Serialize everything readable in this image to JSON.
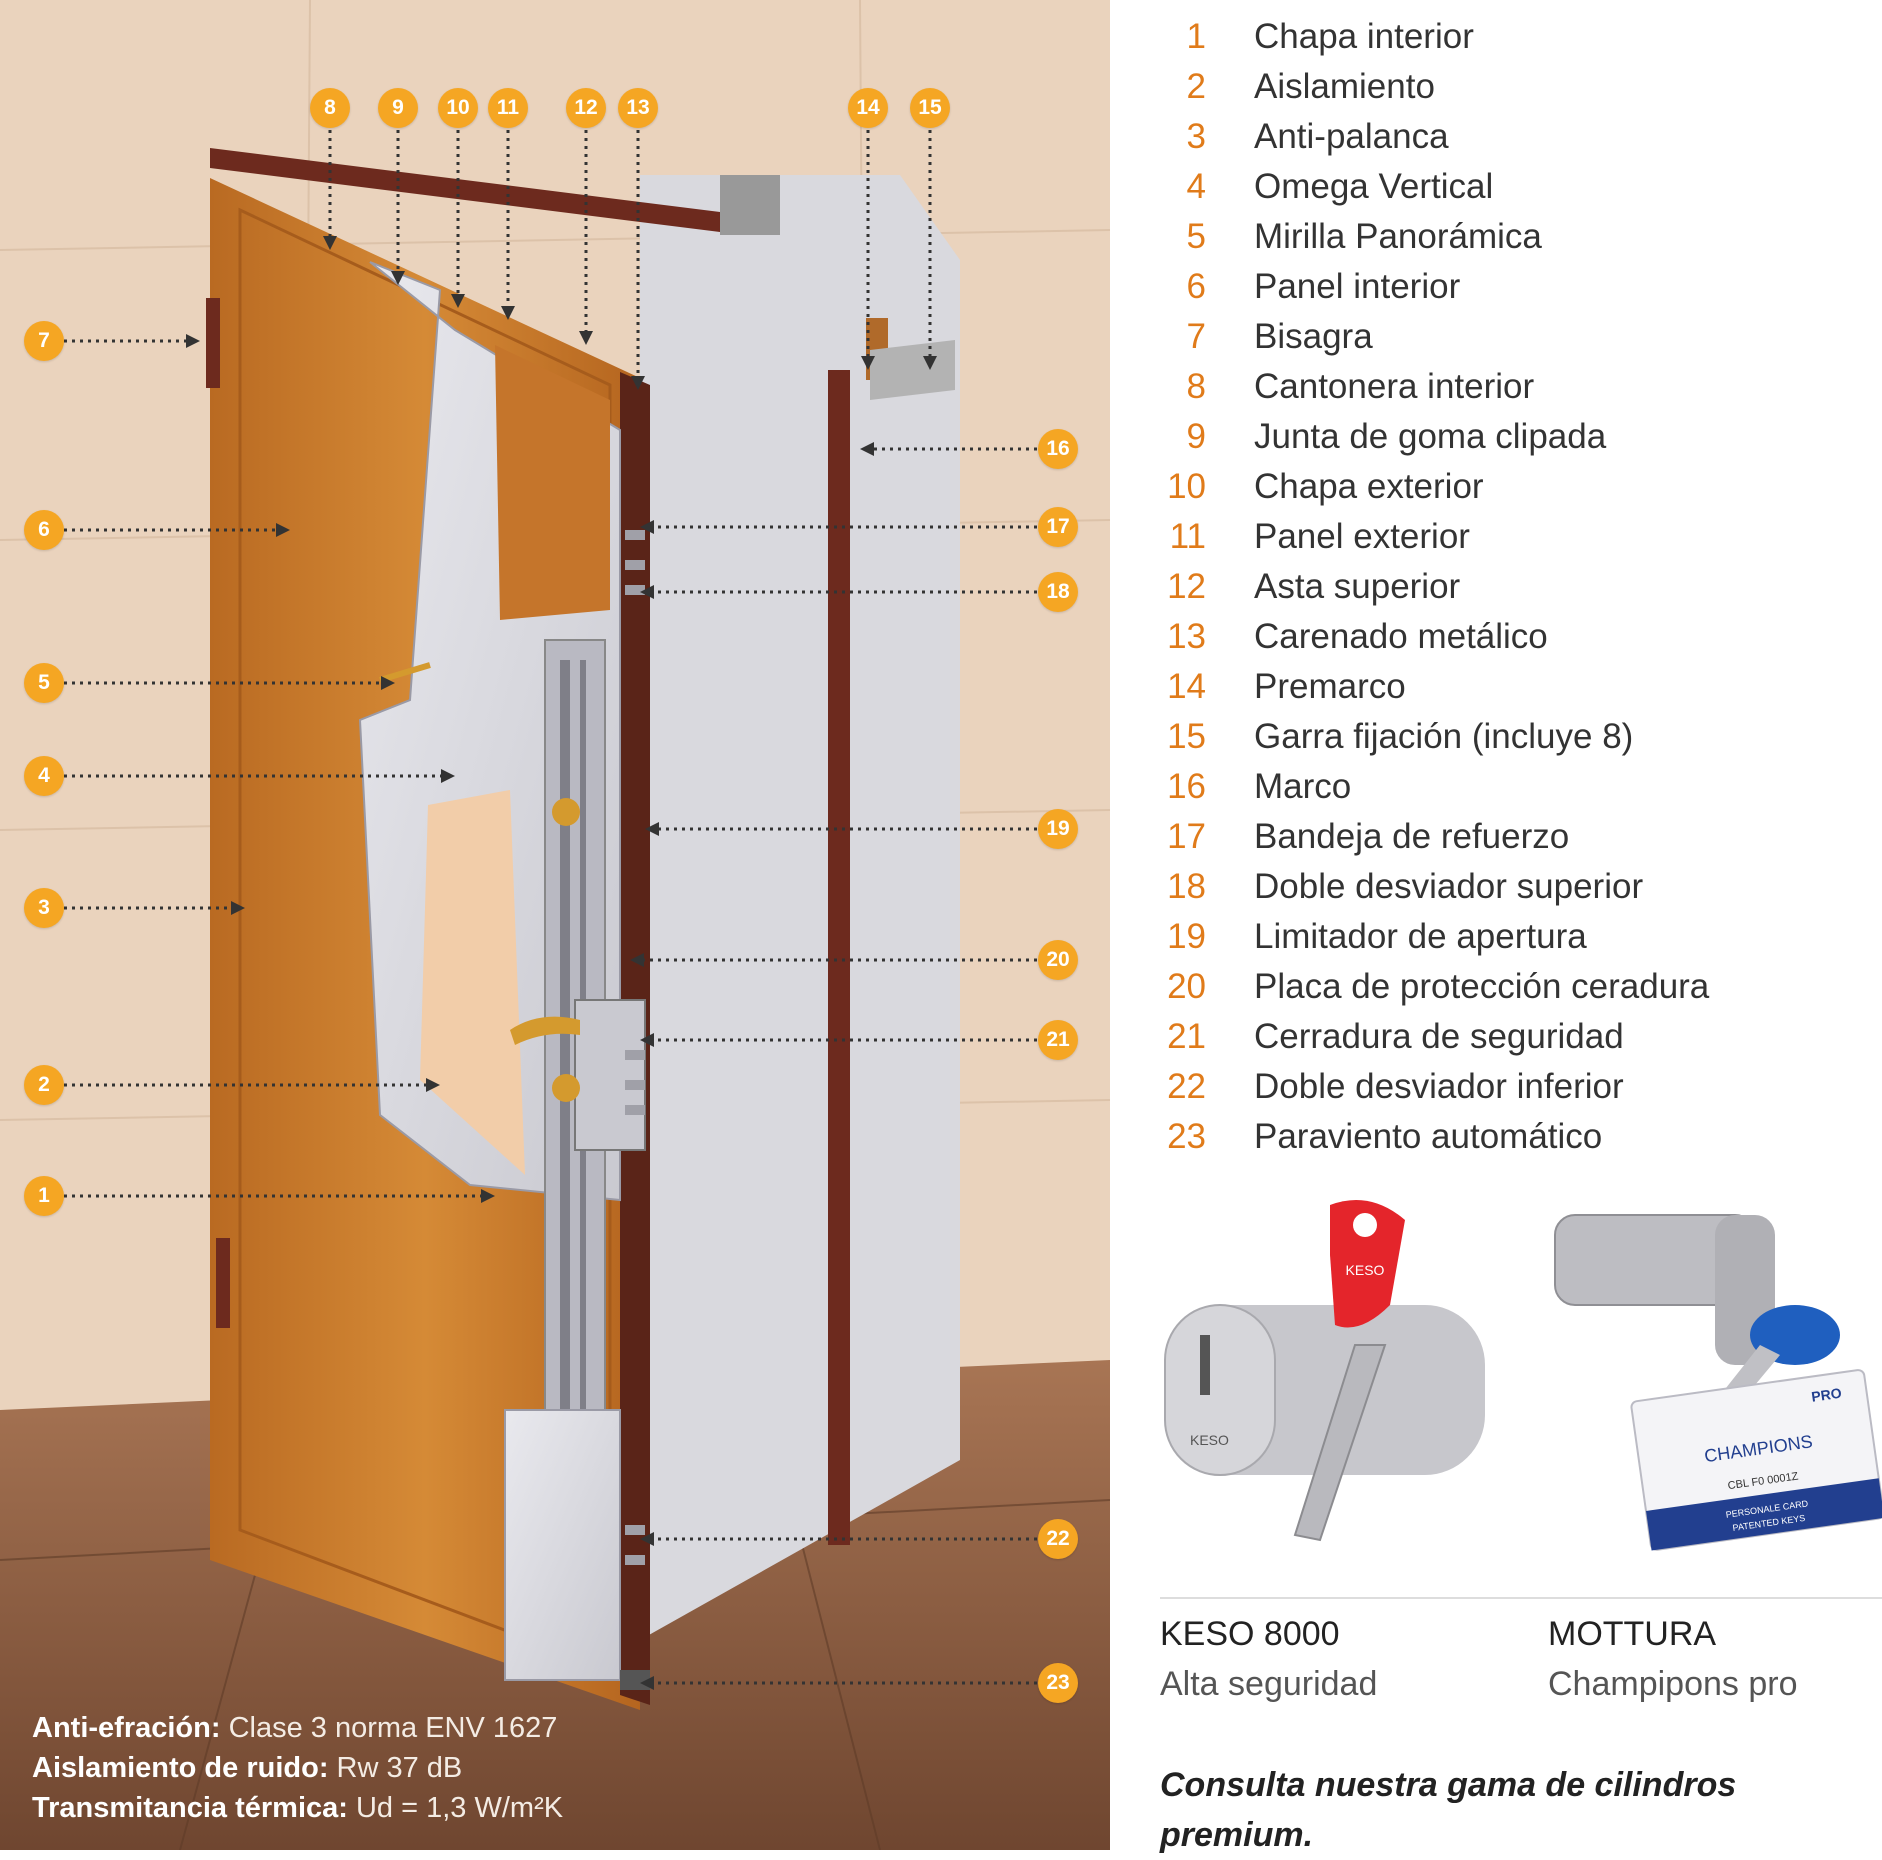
{
  "legend": [
    {
      "num": "1",
      "label": "Chapa interior"
    },
    {
      "num": "2",
      "label": "Aislamiento"
    },
    {
      "num": "3",
      "label": "Anti-palanca"
    },
    {
      "num": "4",
      "label": "Omega Vertical"
    },
    {
      "num": "5",
      "label": "Mirilla Panorámica"
    },
    {
      "num": "6",
      "label": "Panel interior"
    },
    {
      "num": "7",
      "label": "Bisagra"
    },
    {
      "num": "8",
      "label": "Cantonera interior"
    },
    {
      "num": "9",
      "label": "Junta de goma clipada"
    },
    {
      "num": "10",
      "label": "Chapa exterior"
    },
    {
      "num": "11",
      "label": "Panel exterior"
    },
    {
      "num": "12",
      "label": "Asta superior"
    },
    {
      "num": "13",
      "label": "Carenado metálico"
    },
    {
      "num": "14",
      "label": "Premarco"
    },
    {
      "num": "15",
      "label": "Garra fijación (incluye 8)"
    },
    {
      "num": "16",
      "label": "Marco"
    },
    {
      "num": "17",
      "label": "Bandeja de refuerzo"
    },
    {
      "num": "18",
      "label": "Doble desviador superior"
    },
    {
      "num": "19",
      "label": "Limitador de apertura"
    },
    {
      "num": "20",
      "label": "Placa de protección ceradura"
    },
    {
      "num": "21",
      "label": "Cerradura de seguridad"
    },
    {
      "num": "22",
      "label": "Doble desviador inferior"
    },
    {
      "num": "23",
      "label": "Paraviento automático"
    }
  ],
  "callouts": {
    "top": [
      "8",
      "9",
      "10",
      "11",
      "12",
      "13",
      "14",
      "15"
    ],
    "left": [
      "7",
      "6",
      "5",
      "4",
      "3",
      "2",
      "1"
    ],
    "right": [
      "16",
      "17",
      "18",
      "19",
      "20",
      "21",
      "22",
      "23"
    ]
  },
  "specs": [
    {
      "key": "Anti-efración:",
      "value": "Clase 3 norma ENV 1627"
    },
    {
      "key": "Aislamiento de ruido:",
      "value": "Rw 37 dB"
    },
    {
      "key": "Transmitancia térmica:",
      "value": "Ud = 1,3 W/m²K"
    }
  ],
  "products": {
    "keso": {
      "brand": "KESO 8000",
      "subtitle": "Alta seguridad",
      "key_text": "KESO",
      "cylinder_text": "KESO"
    },
    "mottura": {
      "brand": "MOTTURA",
      "subtitle": "Champipons pro",
      "card_brand": "PRO",
      "card_name": "CHAMPIONS",
      "card_code": "CBL F0 0001Z",
      "card_line1": "PERSONALE CARD",
      "card_line2": "PATENTED KEYS"
    }
  },
  "note": "Consulta nuestra gama de cilindros premium.",
  "colors": {
    "badge": "#f5a623",
    "legend_number": "#e07b1a",
    "door_wood": "#c97a2a",
    "frame": "#6d2a1e",
    "wall": "#ead3bd",
    "floor": "#8a5c3e"
  }
}
